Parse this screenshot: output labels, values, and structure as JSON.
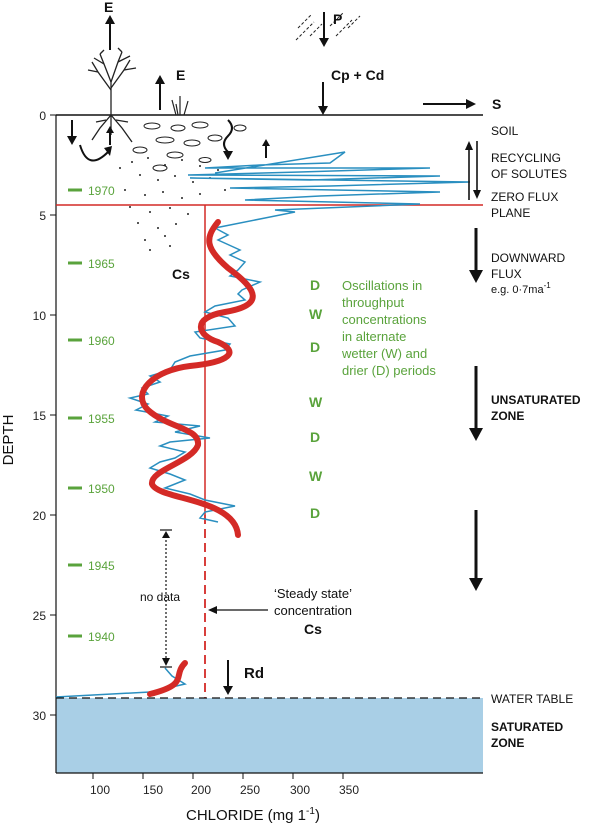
{
  "axes": {
    "ylabel": "DEPTH",
    "xlabel": "CHLORIDE (mg 1",
    "xlabel_sup": "-1",
    "xlabel_end": ")",
    "xticks": [
      "100",
      "150",
      "200",
      "250",
      "300",
      "350"
    ],
    "yticks": [
      "0",
      "5",
      "10",
      "15",
      "20",
      "25",
      "30"
    ]
  },
  "years": [
    "1970",
    "1965",
    "1960",
    "1955",
    "1950",
    "1945",
    "1940"
  ],
  "top_labels": {
    "E_tree": "E",
    "E_grass": "E",
    "P": "P",
    "CpCd": "Cp + Cd",
    "S": "S"
  },
  "right_labels": {
    "soil": "SOIL",
    "recycling_1": "RECYCLING",
    "recycling_2": "OF SOLUTES",
    "zeroflux_1": "ZERO FLUX",
    "zeroflux_2": "PLANE",
    "downward_1": "DOWNWARD",
    "downward_2": "FLUX",
    "downward_3": "e.g. 0·7ma",
    "downward_3_sup": "-1",
    "unsat_1": "UNSATURATED",
    "unsat_2": "ZONE",
    "water_table": "WATER TABLE",
    "sat_1": "SATURATED",
    "sat_2": "ZONE"
  },
  "oscillation_text": [
    "Oscillations in",
    "throughput",
    "concentrations",
    "in alternate",
    "wetter (W) and",
    "drier (D) periods"
  ],
  "wd_labels": [
    "D",
    "W",
    "D",
    "W",
    "D",
    "W",
    "D"
  ],
  "cs_label": "Cs",
  "steady_1": "‘Steady state’",
  "steady_2": "concentration",
  "steady_3": "Cs",
  "no_data": "no data",
  "rd_label": "Rd",
  "colors": {
    "measured_line": "#2a8fc0",
    "smoothed_curve": "#d42a26",
    "steady_line": "#d42a26",
    "saturated_zone": "#a9cfe6",
    "year_text": "#5aa33c",
    "oscillation_text": "#5aa33c"
  }
}
